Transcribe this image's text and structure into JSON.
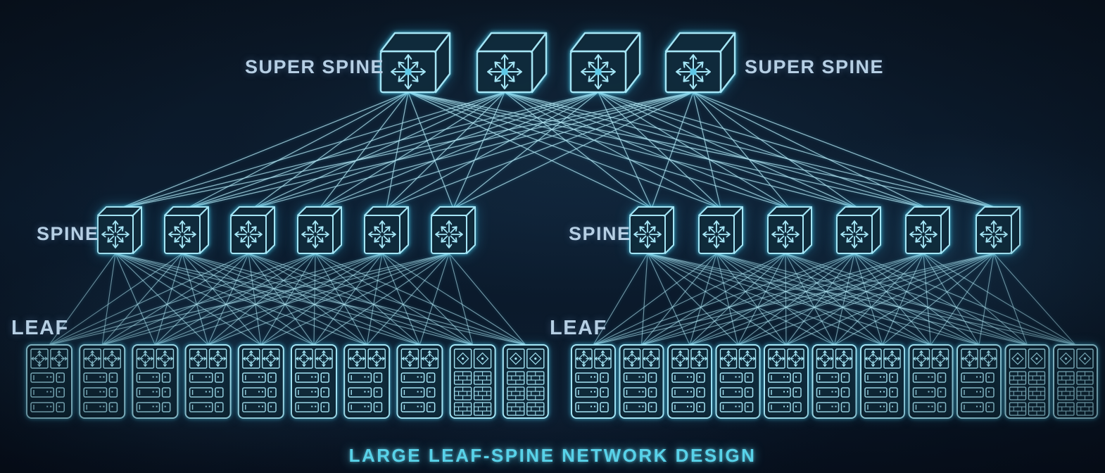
{
  "title": "LARGE LEAF-SPINE NETWORK DESIGN",
  "labels": {
    "super_spine_left": "SUPER SPINE",
    "super_spine_right": "SUPER SPINE",
    "spine_left": "SPINE",
    "spine_right": "SPINE",
    "leaf_left": "LEAF",
    "leaf_right": "LEAF"
  },
  "colors": {
    "background": "#0b1929",
    "line": "#b5e7f3",
    "node_stroke": "#a5e6f6",
    "node_fill": "rgba(8,20,34,0.85)",
    "glow": "#30c3e4",
    "label_text": "#b6cfe4",
    "title_text": "#58d2e9",
    "icon_accent": "#5fc9e8"
  },
  "icons": {
    "super_spine": "multilayer-switch-cube-icon",
    "spine": "multilayer-switch-icon",
    "leaf_switch": "leaf-switch-arrows-icon",
    "firewall": "firewall-diamond-icon",
    "firewall_unit": "firewall-brick-icon",
    "server_unit": "server-unit-icon"
  },
  "topology": {
    "super_spine": {
      "count": 4
    },
    "spine_groups": [
      {
        "side": "left",
        "count": 6
      },
      {
        "side": "right",
        "count": 6
      }
    ],
    "leaf_groups": [
      {
        "side": "left",
        "racks": [
          "server",
          "server",
          "server",
          "server",
          "server",
          "server",
          "server",
          "server",
          "firewall",
          "firewall"
        ]
      },
      {
        "side": "right",
        "racks": [
          "server",
          "server",
          "server",
          "server",
          "server",
          "server",
          "server",
          "server",
          "server",
          "firewall",
          "firewall"
        ]
      }
    ],
    "links": {
      "super_spine_to_spine": "full-mesh",
      "spine_to_leaf": "full-mesh-within-pod"
    }
  }
}
